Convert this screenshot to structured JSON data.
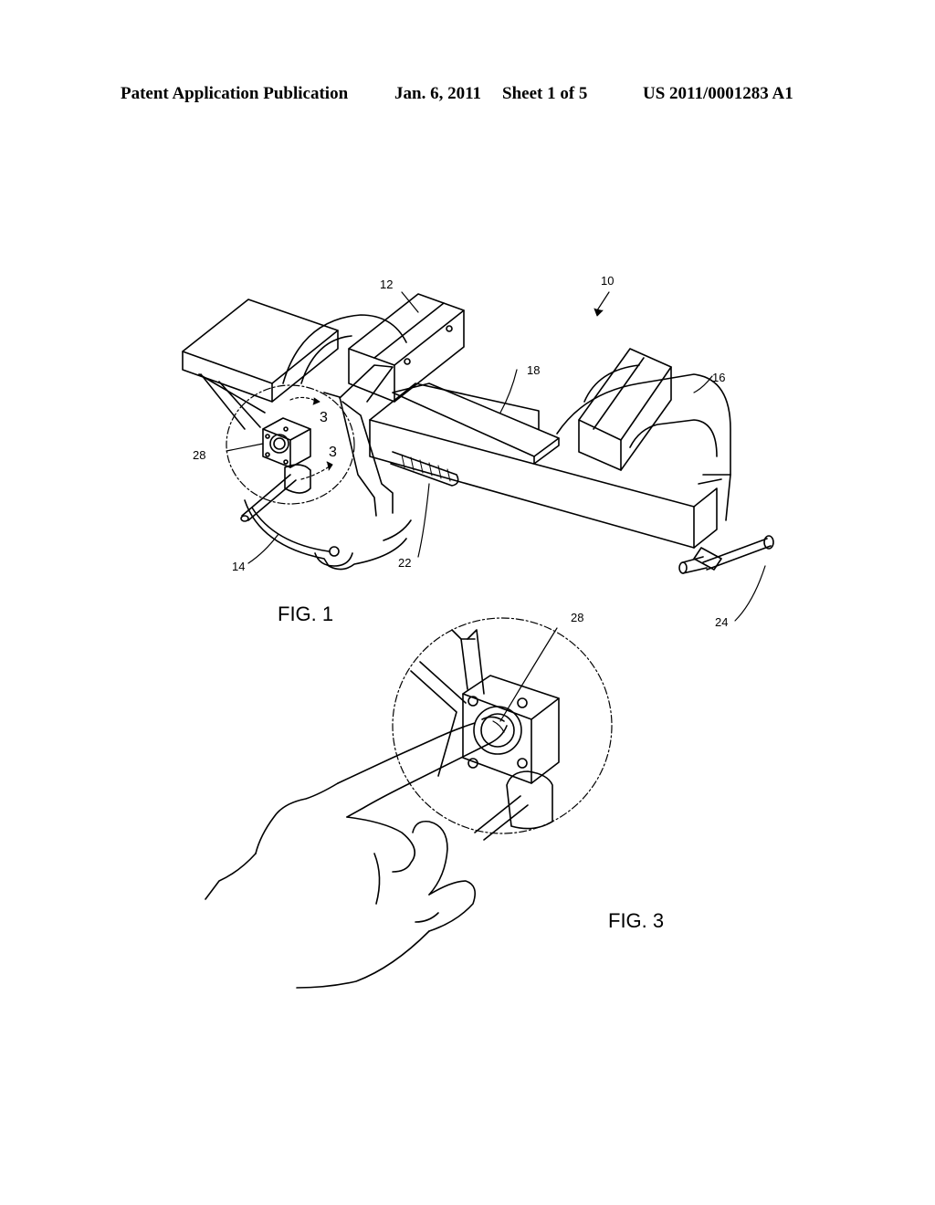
{
  "header": {
    "publication": "Patent Application Publication",
    "date": "Jan. 6, 2011",
    "sheet": "Sheet 1 of 5",
    "number": "US 2011/0001283 A1"
  },
  "figures": {
    "fig1": {
      "label": "FIG. 1",
      "refs": {
        "r10": "10",
        "r12": "12",
        "r14": "14",
        "r16": "16",
        "r18": "18",
        "r22": "22",
        "r24": "24",
        "r28": "28"
      },
      "section_marks": [
        "3",
        "3"
      ]
    },
    "fig3": {
      "label": "FIG. 3",
      "refs": {
        "r28": "28"
      }
    }
  }
}
